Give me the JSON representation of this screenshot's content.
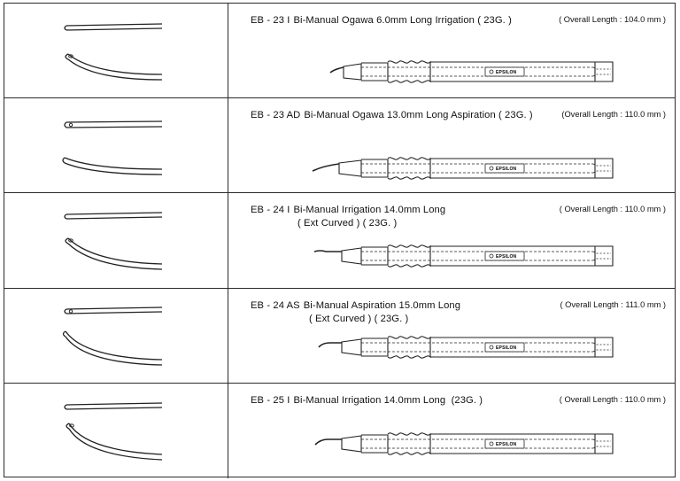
{
  "products": [
    {
      "code": "EB - 23 I",
      "desc_lines": [
        "Bi-Manual Ogawa 6.0mm Long Irrigation ( 23G. )"
      ],
      "overall": "( Overall Length : 104.0 mm )",
      "brand": "EPSILON",
      "tip_icon": "irrigation-tip-icon"
    },
    {
      "code": "EB - 23 AD",
      "desc_lines": [
        "Bi-Manual Ogawa 13.0mm Long Aspiration ( 23G. )"
      ],
      "overall": "(Overall Length : 110.0 mm )",
      "brand": "EPSILON",
      "tip_icon": "aspiration-tip-icon"
    },
    {
      "code": "EB - 24 I",
      "desc_lines": [
        "Bi-Manual Irrigation 14.0mm Long",
        "( Ext Curved ) ( 23G. )"
      ],
      "overall": "( Overall Length : 110.0 mm )",
      "brand": "EPSILON",
      "tip_icon": "irrigation-tip-icon"
    },
    {
      "code": "EB - 24 AS",
      "desc_lines": [
        "Bi-Manual Aspiration 15.0mm Long",
        "( Ext Curved ) ( 23G. )"
      ],
      "overall": "( Overall Length : 111.0 mm )",
      "brand": "EPSILON",
      "tip_icon": "aspiration-tip-icon"
    },
    {
      "code": "EB - 25 I",
      "desc_lines": [
        "Bi-Manual Irrigation 14.0mm Long  (23G. )"
      ],
      "overall": "( Overall Length : 110.0 mm )",
      "brand": "EPSILON",
      "tip_icon": "irrigation-tip-icon"
    }
  ]
}
